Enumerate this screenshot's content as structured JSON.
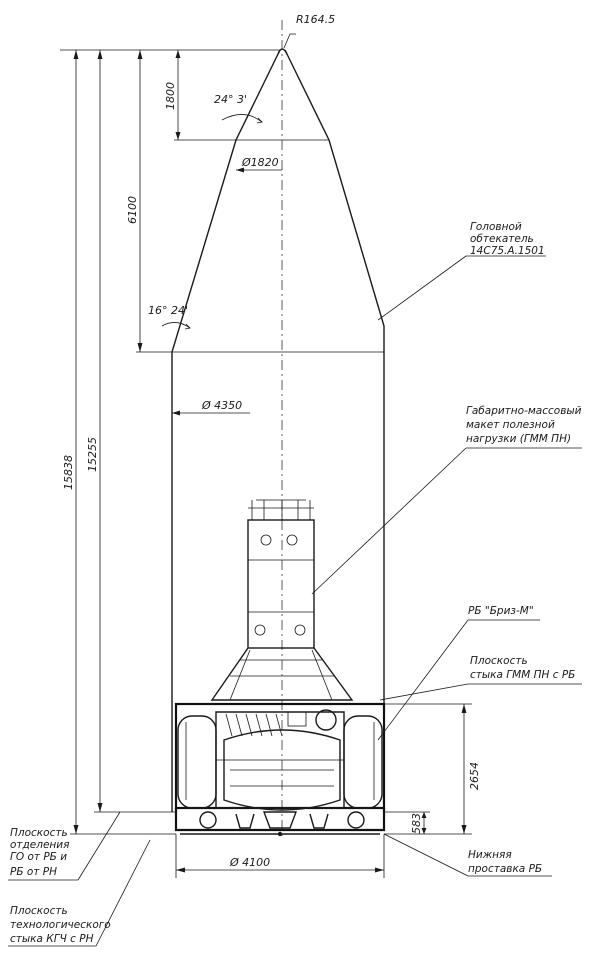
{
  "dimensions": {
    "nose_radius": "R164.5",
    "nose_height": "1800",
    "nose_angle": "24° 3'",
    "nose_diameter": "Ø1820",
    "cone_height": "6100",
    "cone_angle": "16° 24'",
    "fairing_diameter": "Ø 4350",
    "height_to_separation": "15255",
    "total_height": "15838",
    "stage_height": "2654",
    "adapter_height": "583",
    "base_diameter": "Ø 4100"
  },
  "labels": {
    "fairing": [
      "Головной",
      "обтекатель",
      "14С75.А.1501"
    ],
    "payload_mockup": [
      "Габаритно-массовый",
      "макет полезной",
      "нагрузки (ГММ ПН)"
    ],
    "upper_stage": [
      "РБ \"Бриз-М\""
    ],
    "interface_plane": [
      "Плоскость",
      "стыка ГММ ПН с РБ"
    ],
    "lower_adapter": [
      "Нижняя",
      "проставка РБ"
    ],
    "separation_plane": [
      "Плоскость",
      "отделения",
      "ГО от РБ и",
      "РБ от РН"
    ],
    "tech_interface_plane": [
      "Плоскость",
      "технологического",
      "стыка КГЧ с РН"
    ]
  }
}
